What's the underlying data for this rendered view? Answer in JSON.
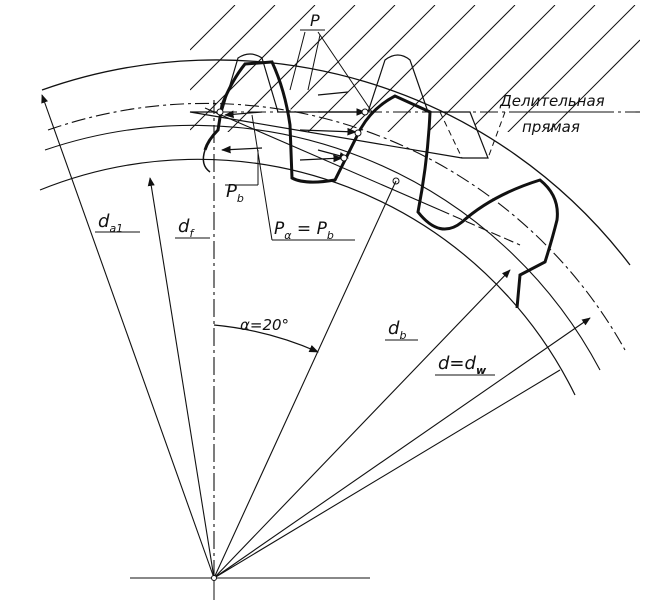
{
  "labels": {
    "pitch": "P",
    "pitch_line_1": "Делительная",
    "pitch_line_2": "прямая",
    "base_pitch_main": "P",
    "base_pitch_sub": "b",
    "equality_left_main": "P",
    "equality_left_sub": "α",
    "equality_eq": " = ",
    "equality_right_main": "P",
    "equality_right_sub": "b",
    "tip_diameter_main": "d",
    "tip_diameter_sub": "a1",
    "root_diameter_main": "d",
    "root_diameter_sub": "f",
    "angle": "α=20°",
    "base_diameter_main": "d",
    "base_diameter_sub": "b",
    "pitch_diameter_main": "d=d",
    "pitch_diameter_sub": "w"
  },
  "colors": {
    "line": "#111111",
    "background": "#ffffff"
  }
}
